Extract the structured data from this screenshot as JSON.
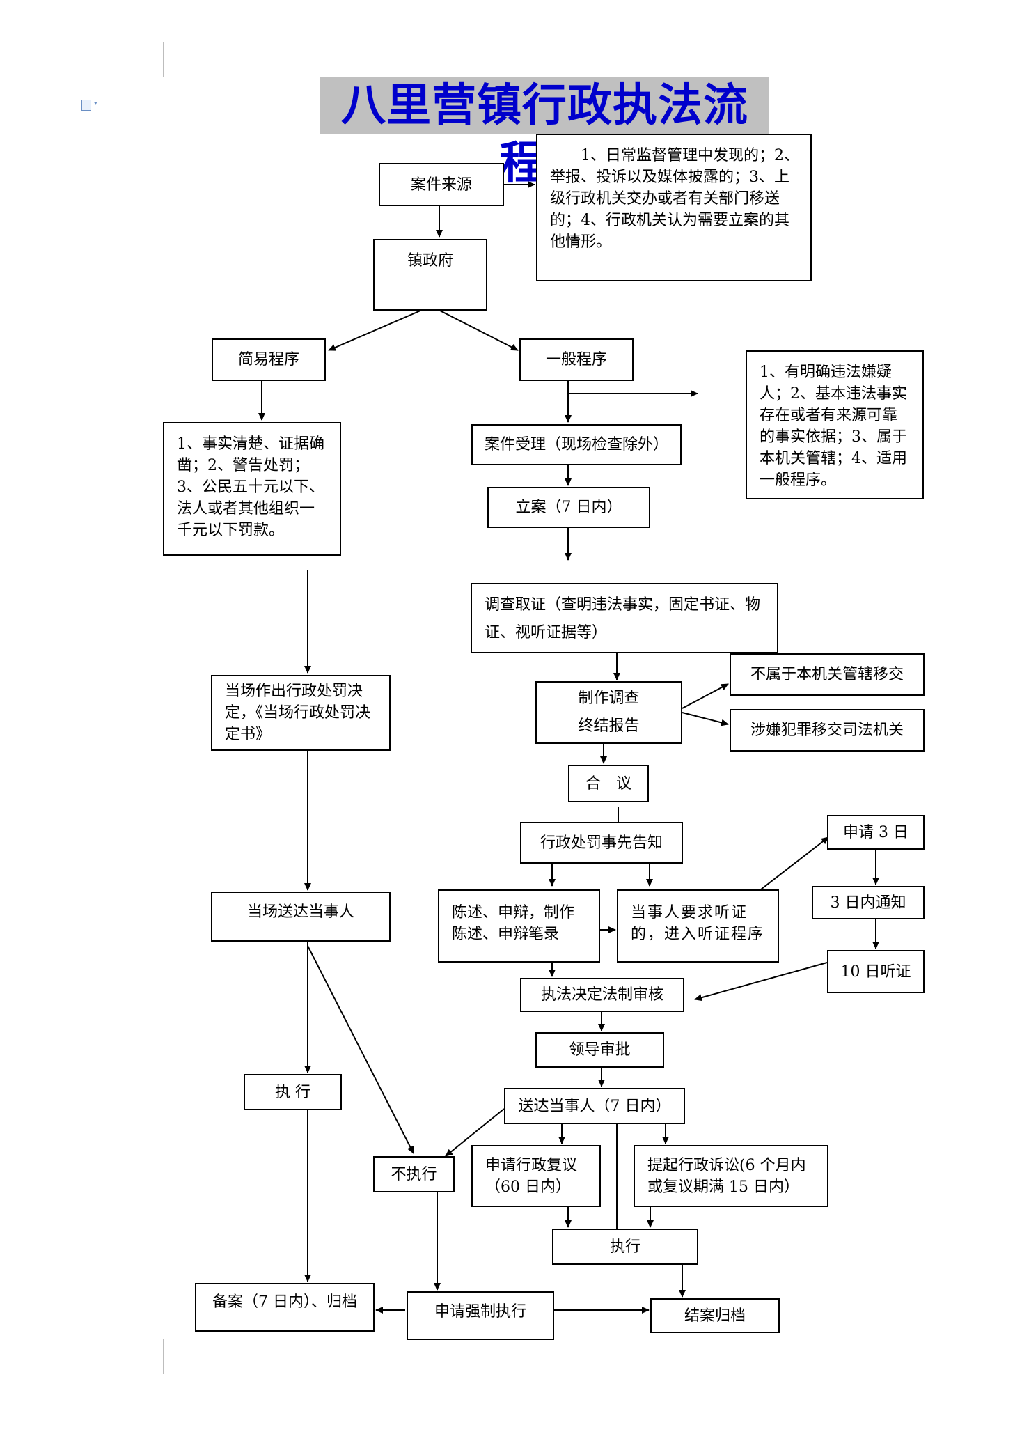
{
  "title": "八里营镇行政执法流程图",
  "colors": {
    "title_text": "#0000cc",
    "title_bg": "#c0c0c0",
    "line": "#000000"
  },
  "icons": {
    "doc_icon": "document-icon"
  },
  "nodes": {
    "case_source": "案件来源",
    "case_source_note": "1、日常监督管理中发现的；2、举报、投诉以及媒体披露的；3、上级行政机关交办或者有关部门移送的；4、行政机关认为需要立案的其他情形。",
    "town_gov": "镇政府",
    "simple_procedure": "简易程序",
    "general_procedure": "一般程序",
    "general_conditions": "1、有明确违法嫌疑人；2、基本违法事实存在或者有来源可靠的事实依据；3、属于本机关管辖；4、适用一般程序。",
    "simple_conditions": "1、事实清楚、证据确凿；2、警告处罚；3、公民五十元以下、法人或者其他组织一千元以下罚款。",
    "case_accept": "案件受理（现场检查除外）",
    "file_case": "立案（7 日内）",
    "investigate": "调查取证（查明违法事实，固定书证、物证、视听证据等）",
    "onsite_decision": "当场作出行政处罚决定，《当场行政处罚决定书》",
    "report_line1": "制作调查",
    "report_line2": "终结报告",
    "transfer_other": "不属于本机关管辖移交",
    "transfer_judicial": "涉嫌犯罪移交司法机关",
    "deliberation": "合　议",
    "prior_notice": "行政处罚事先告知",
    "apply_3day": "申请 3 日",
    "notify_3day": "3 日内通知",
    "hearing_10day": "10 日听证",
    "statement": "陈述、申辩，制作陈述、申辩笔录",
    "hearing_request": "当事人要求听证的，进入听证程序",
    "onsite_deliver": "当场送达当事人",
    "legal_review": "执法决定法制审核",
    "leader_approve": "领导审批",
    "execute_left": "执 行",
    "deliver_party": "送达当事人（7 日内）",
    "not_execute": "不执行",
    "reconsider": "申请行政复议（60 日内）",
    "litigation": "提起行政诉讼(6 个月内或复议期满 15 日内）",
    "execute_center": "执行",
    "record_archive": "备案（7 日内）、归档",
    "force_execute": "申请强制执行",
    "close_archive": "结案归档"
  }
}
